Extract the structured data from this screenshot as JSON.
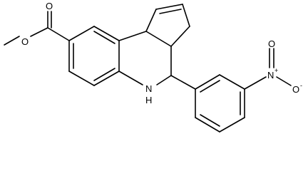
{
  "atom_labels": {
    "ester_o_left": "O",
    "ester_o_carbonyl": "O",
    "nh_label": "N",
    "nh_h_label": "H",
    "nitro_n_label": "N",
    "nitro_n_charge": "+",
    "nitro_o_top": "O",
    "nitro_o_right": "O",
    "nitro_o_charge": "-"
  },
  "colors": {
    "bond": "#000000",
    "label": "#000000",
    "background": "#ffffff"
  }
}
